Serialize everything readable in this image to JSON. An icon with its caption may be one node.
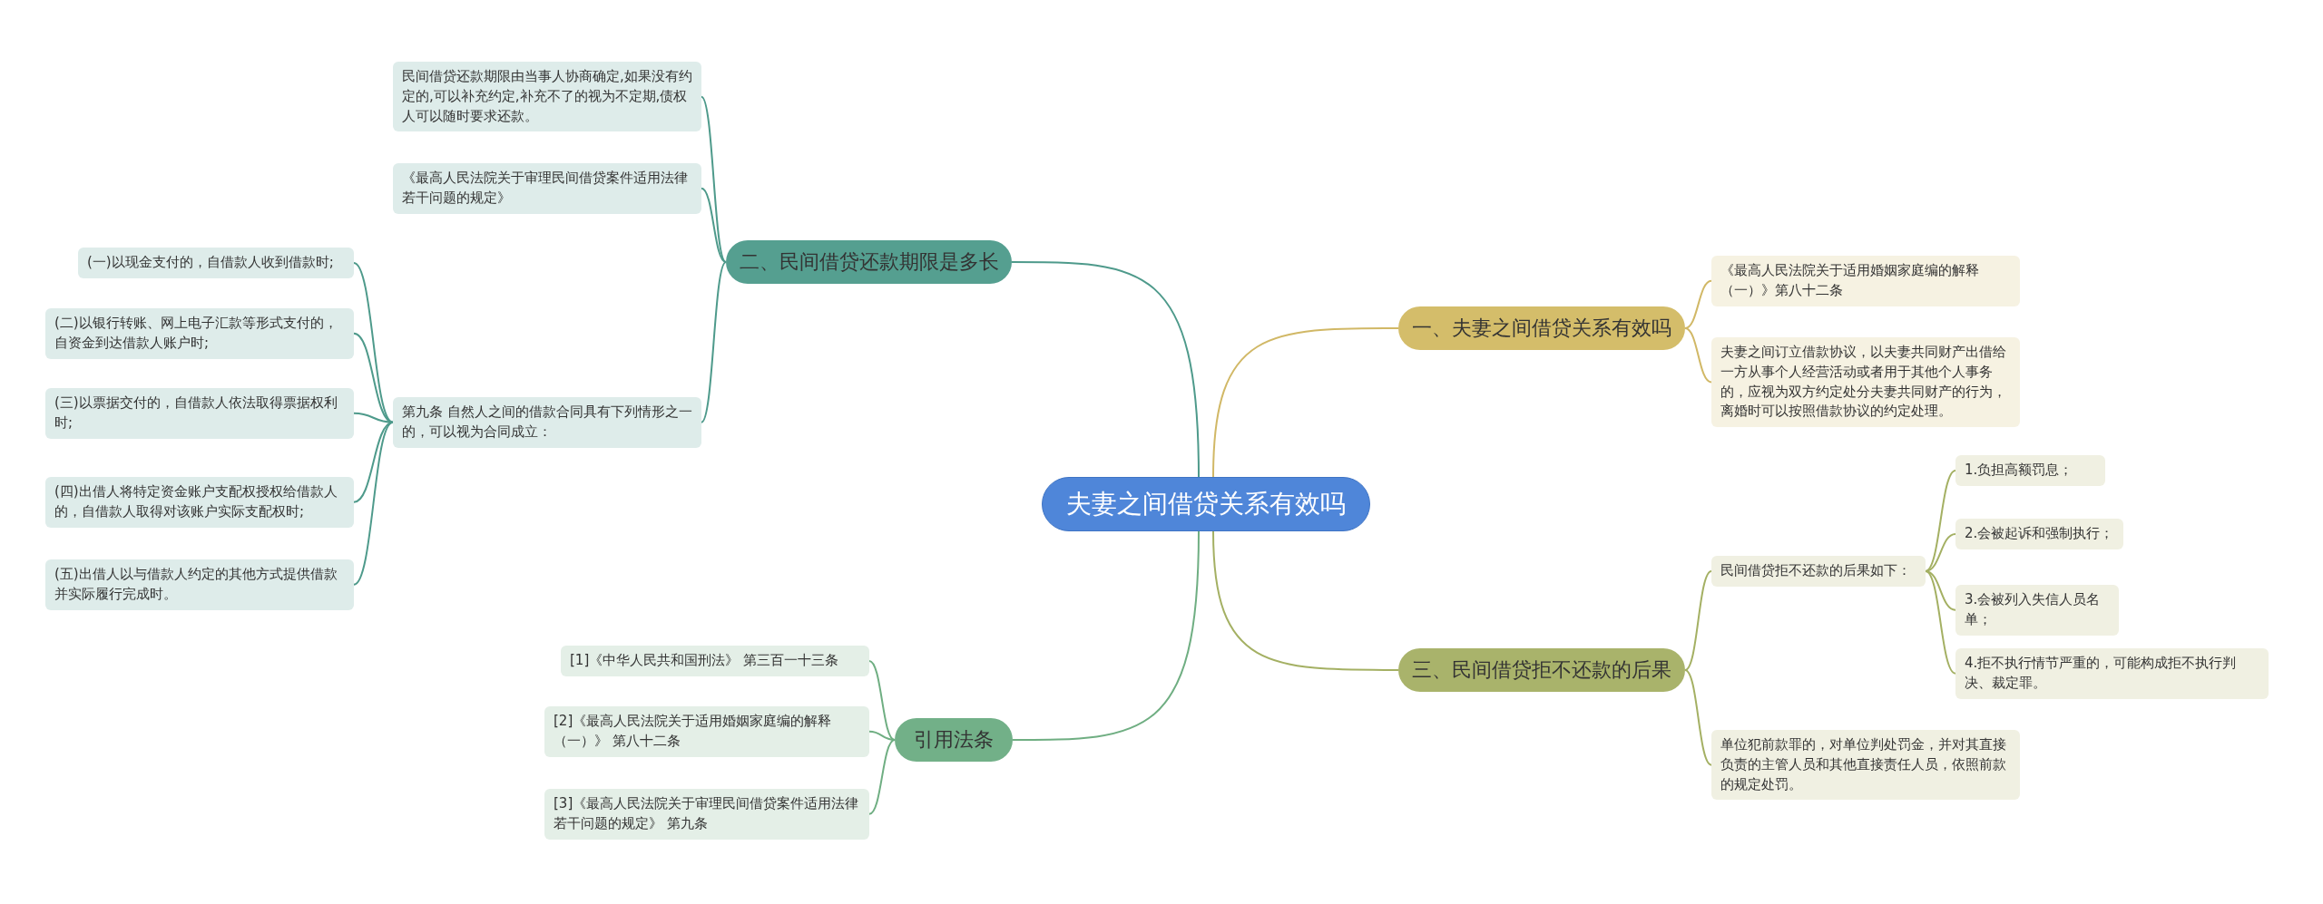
{
  "diagram": {
    "nodes": [
      {
        "text": [
          "夫妻之间借贷关系有效吗"
        ]
      },
      {
        "text": [
          "二、民间借贷还款期限是多长"
        ]
      },
      {
        "text": [
          "民间借贷还款期限由当事人协商确定,如果没有约定的,可以补充约定,补充不了的视为不定期,债权人可以随时要求还款。"
        ]
      },
      {
        "text": [
          "《最高人民法院关于审理民间借贷案件适用法律若干问题的规定》"
        ]
      },
      {
        "text": [
          "第九条 自然人之间的借款合同具有下列情形之一的，可以视为合同成立："
        ]
      },
      {
        "text": [
          "(一)以现金支付的，自借款人收到借款时;"
        ]
      },
      {
        "text": [
          "(二)以银行转账、网上电子汇款等形式支付的，自资金到达借款人账户时;"
        ]
      },
      {
        "text": [
          "(三)以票据交付的，自借款人依法取得票据权利时;"
        ]
      },
      {
        "text": [
          "(四)出借人将特定资金账户支配权授权给借款人的，自借款人取得对该账户实际支配权时;"
        ]
      },
      {
        "text": [
          "(五)出借人以与借款人约定的其他方式提供借款并实际履行完成时。"
        ]
      },
      {
        "text": [
          "一、夫妻之间借贷关系有效吗"
        ]
      },
      {
        "text": [
          "《最高人民法院关于适用婚姻家庭编的解释（一）》第八十二条"
        ]
      },
      {
        "text": [
          "夫妻之间订立借款协议，以夫妻共同财产出借给一方从事个人经营活动或者用于其他个人事务的，应视为双方约定处分夫妻共同财产的行为，离婚时可以按照借款协议的约定处理。"
        ]
      },
      {
        "text": [
          "三、民间借贷拒不还款的后果"
        ]
      },
      {
        "text": [
          "民间借贷拒不还款的后果如下："
        ]
      },
      {
        "text": [
          "1.负担高额罚息；"
        ]
      },
      {
        "text": [
          "2.会被起诉和强制执行；"
        ]
      },
      {
        "text": [
          "3.会被列入失信人员名单；"
        ]
      },
      {
        "text": [
          "4.拒不执行情节严重的，可能构成拒不执行判决、裁定罪。"
        ]
      },
      {
        "text": [
          "单位犯前款罪的，对单位判处罚金，并对其直接负责的主管人员和其他直接责任人员，依照前款的规定处罚。"
        ]
      },
      {
        "text": [
          "引用法条"
        ]
      },
      {
        "text": [
          "[1]《中华人民共和国刑法》 第三百一十三条"
        ]
      },
      {
        "text": [
          "[2]《最高人民法院关于适用婚姻家庭编的解释（一）》 第八十二条"
        ]
      },
      {
        "text": [
          "[3]《最高人民法院关于审理民间借贷案件适用法律若干问题的规定》 第九条"
        ]
      }
    ],
    "edges": [
      {
        "from": 0,
        "to": 1,
        "arrow": "none",
        "color": "#4e9a8b"
      },
      {
        "from": 0,
        "to": 10,
        "arrow": "none",
        "color": "#d1b866"
      },
      {
        "from": 0,
        "to": 13,
        "arrow": "none",
        "color": "#a4b063"
      },
      {
        "from": 0,
        "to": 20,
        "arrow": "none",
        "color": "#6fae82"
      },
      {
        "from": 1,
        "to": 2,
        "arrow": "none",
        "color": "#4e9a8b"
      },
      {
        "from": 1,
        "to": 3,
        "arrow": "none",
        "color": "#4e9a8b"
      },
      {
        "from": 1,
        "to": 4,
        "arrow": "none",
        "color": "#4e9a8b"
      },
      {
        "from": 4,
        "to": 5,
        "arrow": "none",
        "color": "#4e9a8b"
      },
      {
        "from": 4,
        "to": 6,
        "arrow": "none",
        "color": "#4e9a8b"
      },
      {
        "from": 4,
        "to": 7,
        "arrow": "none",
        "color": "#4e9a8b"
      },
      {
        "from": 4,
        "to": 8,
        "arrow": "none",
        "color": "#4e9a8b"
      },
      {
        "from": 4,
        "to": 9,
        "arrow": "none",
        "color": "#4e9a8b"
      },
      {
        "from": 10,
        "to": 11,
        "arrow": "none",
        "color": "#d1b866"
      },
      {
        "from": 10,
        "to": 12,
        "arrow": "none",
        "color": "#d1b866"
      },
      {
        "from": 13,
        "to": 14,
        "arrow": "none",
        "color": "#a4b063"
      },
      {
        "from": 13,
        "to": 19,
        "arrow": "none",
        "color": "#a4b063"
      },
      {
        "from": 14,
        "to": 15,
        "arrow": "none",
        "color": "#a4b063"
      },
      {
        "from": 14,
        "to": 16,
        "arrow": "none",
        "color": "#a4b063"
      },
      {
        "from": 14,
        "to": 17,
        "arrow": "none",
        "color": "#a4b063"
      },
      {
        "from": 14,
        "to": 18,
        "arrow": "none",
        "color": "#a4b063"
      },
      {
        "from": 20,
        "to": 21,
        "arrow": "none",
        "color": "#6fae82"
      },
      {
        "from": 20,
        "to": 22,
        "arrow": "none",
        "color": "#6fae82"
      },
      {
        "from": 20,
        "to": 23,
        "arrow": "none",
        "color": "#6fae82"
      }
    ]
  }
}
